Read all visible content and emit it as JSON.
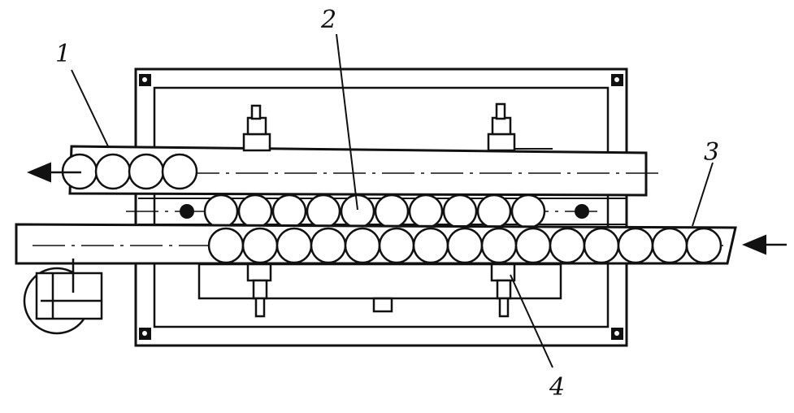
{
  "callouts": {
    "c1": "1",
    "c2": "2",
    "c3": "3",
    "c4": "4"
  },
  "colors": {
    "ink": "#111111",
    "paper": "#ffffff"
  },
  "upper_conveyor": {
    "roller_count": 4,
    "flow": "left"
  },
  "middle_row": {
    "roller_count": 10
  },
  "lower_conveyor": {
    "roller_count": 15,
    "flow": "left"
  }
}
